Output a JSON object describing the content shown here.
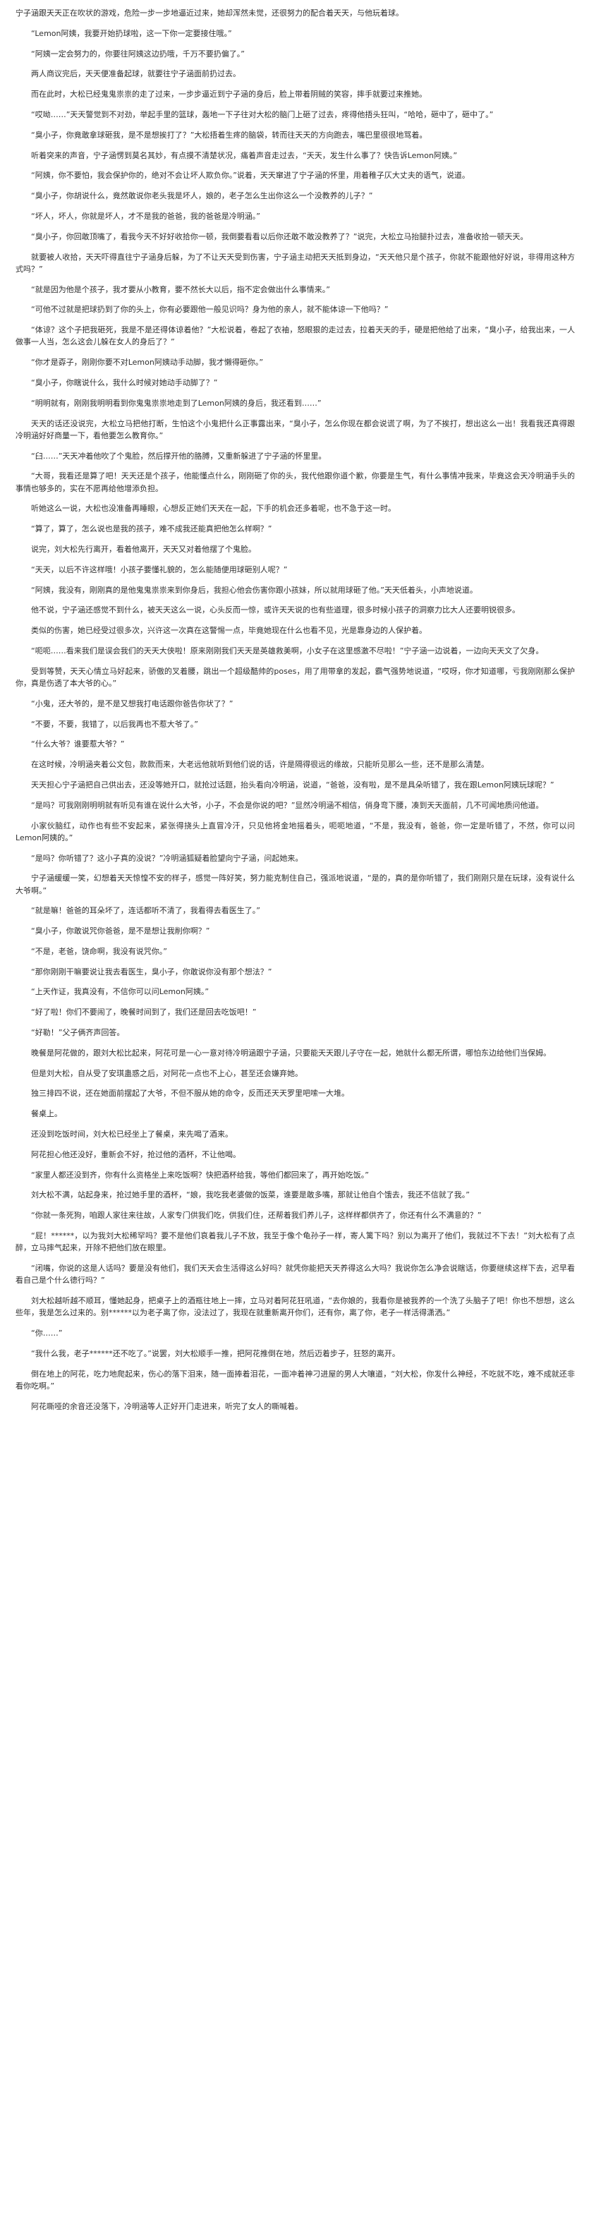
{
  "paragraphs": [
    "宁子涵跟天天正在吹状的游戏，危险一步一步地逼近过来，她却浑然未觉，还很努力的配合着天天，与他玩着球。",
    "“Lemon阿姨，我要开始扔球啦，这一下你一定要接住哦。”",
    "“阿姨一定会努力的，你要往阿姨这边扔哦，千万不要扔偏了。”",
    "两人商议完后，天天便准备起球，就要往宁子涵面前扔过去。",
    "而在此时，大松已经鬼鬼祟祟的走了过来，一步步逼近到宁子涵的身后，脸上带着阴贼的笑容，摔手就要过来推她。",
    "“哎呦……”天天警觉到不对劲，举起手里的篮球，轰地一下子往对大松的脑门上砸了过去，疼得他捂头狂叫，“哈哈，砸中了，砸中了。”",
    "“臭小子，你竟敢拿球砸我，是不是想挨打了？”大松捂着生疼的脑袋，转而往天天的方向跑去，嘴巴里很很地骂着。",
    "听着突来的声音，宁子涵愣到莫名其妙，有点摸不清楚状况，痛着声音走过去，“天天，发生什么事了？快告诉Lemon阿姨。”",
    "“阿姨，你不要怕，我会保护你的，绝对不会让坏人欺负你。”说着，天天窜进了宁子涵的怀里，用着稚子仄大丈夫的语气，说道。",
    "“臭小子，你胡说什么，竟然敢说你老头我是坏人，娘的，老子怎么生出你这么一个没教养的儿子？”",
    "“坏人，坏人，你就是坏人，才不是我的爸爸，我的爸爸是冷明涵。”",
    "“臭小子，你回敢顶嘴了，看我今天不好好收拾你一顿，我倒要看看以后你还敢不敢没教养了？”说完，大松立马抬腿扑过去，准备收拾一顿天天。",
    "就要被人收拾，天天吓得直往宁子涵身后躲，为了不让天天受到伤害，宁子涵主动把天天抵到身边，“天天他只是个孩子，你就不能跟他好好说，非得用这种方式吗？”",
    "“就是因为他是个孩子，我才要从小教育，要不然长大以后，指不定会做出什么事情来。”",
    "“可他不过就是把球扔到了你的头上，你有必要跟他一般见识吗？身为他的亲人，就不能体谅一下他吗？”",
    "“体谅？这个子把我砸死，我是不是还得体谅着他？”大松说着，卷起了衣袖，怒眼狠的走过去，拉着天天的手，硬是把他给了出来，“臭小子，给我出来，一人做事一人当，怎么这会儿躲在女人的身后了？”",
    "“你才是孬子，刚刚你要不对Lemon阿姨动手动脚，我才懒得砸你。”",
    "“臭小子，你瞎说什么，我什么时候对她动手动脚了？”",
    "“明明就有，刚刚我明明看到你鬼鬼祟祟地走到了Lemon阿姨的身后，我还看到……”",
    "天天的话还没说完，大松立马把他打断，生怕这个小鬼把什么正事露出来，“臭小子，怎么你现在都会说谎了啊，为了不挨打，想出这么一出！我看我还真得跟冷明涵好好商量一下，看他要怎么教育你。”",
    "“臼……”天天冲着他吹了个鬼脸，然后撑开他的胳膊，又重新躲进了宁子涵的怀里里。",
    "“大哥，我看还是算了吧！天天还是个孩子，他能懂点什么，刚刚砸了你的头，我代他跟你道个歉，你要是生气，有什么事情冲我来，毕竟这会天冷明涵手头的事情也够多的，实在不愿再给他增添负担。",
    "听她这么一说，大松也没准备再睡眼，心想反正她们天天在一起，下手的机会还多着呢，也不急于这一时。",
    "“算了，算了，怎么说也是我的孩子，难不成我还能真把他怎么样啊？”",
    "说完，刘大松先行离开，看着他离开，天天又对着他摆了个鬼脸。",
    "“天天，以后不许这样哦！小孩子要懂礼貌的，怎么能随便用球砸别人呢？”",
    "“阿姨，我没有，刚刚真的是他鬼鬼祟祟来到你身后，我担心他会伤害你跟小孩妹，所以就用球砸了他。”天天低着头，小声地说道。",
    "他不说，宁子涵还感觉不到什么，被天天这么一说，心头反而一惊，或许天天说的也有些道理，很多时候小孩子的洞察力比大人还要明锐很多。",
    "类似的伤害，她已经受过很多次，兴许这一次真在这警惕一点，毕竟她现在什么也看不见，光是靠身边的人保护着。",
    "“呃呃……看来我们是误会我们的天天大侠啦！原来刚刚我们天天是英雄救美啊，小女子在这里感激不尽啦！”宁子涵一边说着，一边向天天文了欠身。",
    "受到等赞，天天心情立马好起来，骄傲的叉着腰，跳出一个超级酷帅的poses，用了用带拿的发起，霸气强势地说道，“哎呀，你才知道哪，亏我刚刚那么保护你，真是伤透了本大爷的心。”",
    "“小鬼，还大爷的，是不是又想我打电话跟你爸告你状了？”",
    "“不要，不要，我错了，以后我再也不惹大爷了。”",
    "“什么大爷？谁要惹大爷？”",
    "在这时候，冷明涵夹着公文包，款款而来，大老远他就听到他们说的话，许是隔得很远的缘故，只能听见那么一些，还不是那么清楚。",
    "天天担心宁子涵把自己供出去，还没等她开口，就抢过话题，抬头看向冷明涵，说道，“爸爸，没有啦，是不是具朵听错了，我在跟Lemon阿姨玩球呢？”",
    "“是吗？可我刚刚明明就有听见有谁在说什么大爷，小子，不会是你说的吧？”显然冷明涵不相信，俏身弯下腰，凑到天天面前，几不可闻地质问他道。",
    "小家伙脑红，动作也有些不安起来，紧张得挠头上直冒冷汗，只见他将金地摇着头，呃呃地道，“不是，我没有，爸爸，你一定是听错了，不然，你可以问Lemon阿姨的。”",
    "“是吗？你听错了？这小子真的没说？”冷明涵狐疑着脸望向宁子涵，问起她来。",
    "宁子涵缓缓一笑，幻想着天天惊惶不安的样子，感觉一阵好笑，努力能克制住自己，强派地说道，“是的，真的是你听错了，我们刚刚只是在玩球，没有说什么大爷啊。”",
    "“就是嘛！爸爸的耳朵坏了，连话都听不清了，我看得去看医生了。”",
    "“臭小子，你敢说咒你爸爸，是不是想让我削你啊？”",
    "“不是，老爸，饶命啊，我没有说咒你。”",
    "“那你刚刚干嘛要说让我去看医生，臭小子，你敢说你没有那个想法？”",
    "“上天作证，我真没有，不信你可以问Lemon阿姨。”",
    "“好了啦！你们不要闹了，晚餐时间到了，我们还是回去吃饭吧！”",
    "“好勒！”父子俩齐声回答。",
    "晚餐是阿花做的，跟刘大松比起来，阿花可是一心一意对待冷明涵跟宁子涵，只要能天天跟儿子守在一起，她就什么都无所谓，哪怕东边给他们当保姆。",
    "但是刘大松，自从受了安琪蛊惑之后，对阿花一点也不上心，甚至还会嫌弃她。",
    "独三排四不说，还在她面前摆起了大爷，不但不服从她的命令，反而还天天罗里吧嗦一大堆。",
    "餐桌上。",
    "还没到吃饭时间，刘大松已经坐上了餐桌，来先喝了酒来。",
    "阿花担心他还没好，重新会不好，抢过他的酒杯，不让他喝。",
    "“家里人都还没到齐，你有什么资格坐上来吃饭啊？快把酒杯给我，等他们都回来了，再开始吃饭。”",
    "刘大松不满，站起身来，抢过她手里的酒杯，“娘，我吃我老婆做的饭菜，谁要是敢多嘴，那就让他自个饿去，我还不信就了我。”",
    "“你就一条死狗，咱跟人家往来往故，人家专门供我们吃，供我们住，还帮着我们养儿子，这样样都供齐了，你还有什么不满意的？”",
    "“屁！******，以为我刘大松稀罕吗？要不是他们哀着我儿子不放，我至于像个龟孙子一样，寄人篱下吗？别以为离开了他们，我就过不下去！”刘大松有了点醉，立马摔气起来，开除不把他们放在眼里。",
    "“闭嘴，你说的这是人话吗？要是没有他们，我们天天会生活得这么好吗？就凭你能把天天养得这么大吗？我说你怎么净会说瞎话，你要继续这样下去，迟早看看自己是个什么德行吗？”",
    "刘大松越听越不顺耳，懂她起身，把桌子上的酒瓶往地上一摔，立马对着阿花狂吼道，“去你娘的，我看你是被我养的一个洗了头脑子了吧！你也不想想，这么些年，我是怎么过来的。别******以为老子离了你，没法过了，我现在就重新离开你们，还有你，离了你，老子一样活得潇洒。”",
    "“你……”",
    "“我什么我，老子******还不吃了。”说罢，刘大松顺手一推，把阿花推倒在地，然后迈着步子，狂怒的离开。",
    "倒在地上的阿花，吃力地爬起来，伤心的落下泪来，随一面捧着泪花，一面冲着神刁进屋的男人大嚷道，“刘大松，你发什么神经，不吃就不吃，难不成就还非看你吃啊。”",
    "阿花嘶哑的余音还没落下，冷明涵等人正好开门走进来，听完了女人的嘶喊着。"
  ]
}
